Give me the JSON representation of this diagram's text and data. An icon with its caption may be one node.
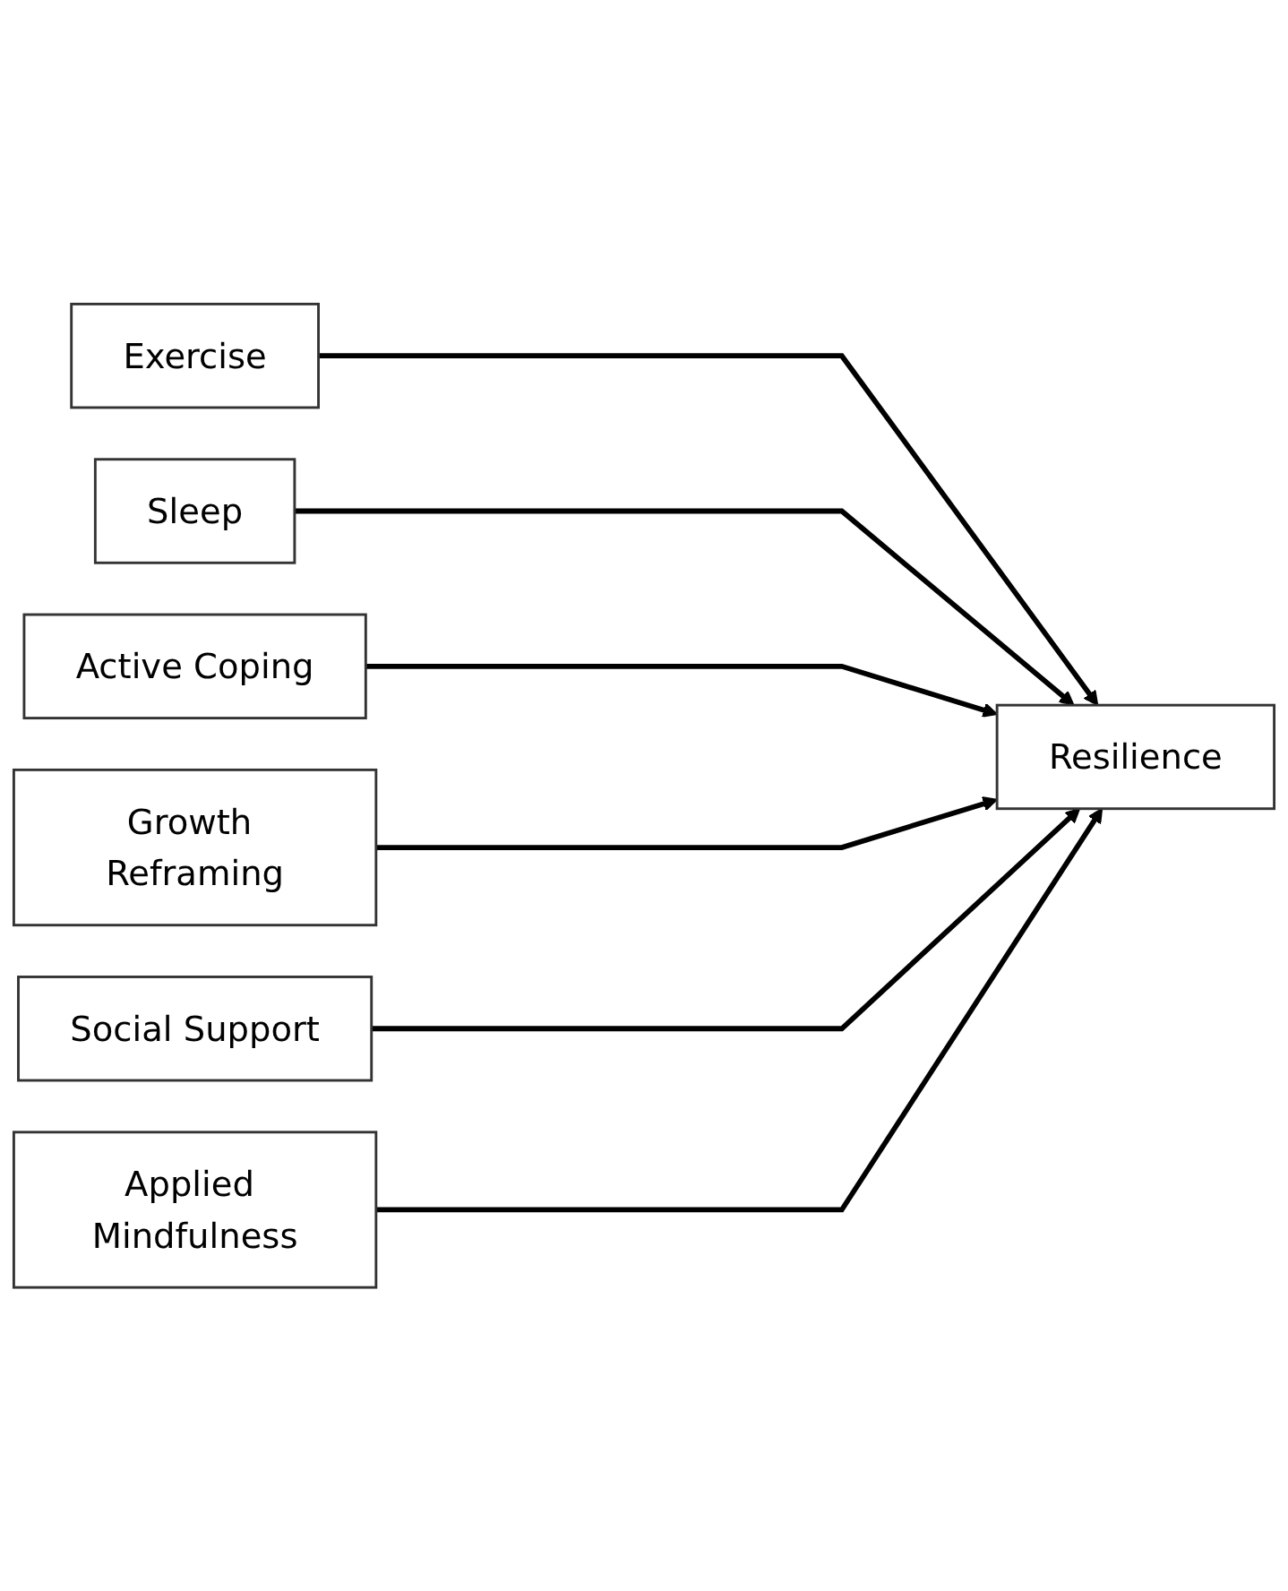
{
  "diagram": {
    "nodes": [
      {
        "text": [
          "Exercise"
        ]
      },
      {
        "text": [
          "Sleep"
        ]
      },
      {
        "text": [
          "Active Coping"
        ]
      },
      {
        "text": [
          "Growth Reframing"
        ]
      },
      {
        "text": [
          "Social Support"
        ]
      },
      {
        "text": [
          "Applied Mindfulness"
        ]
      },
      {
        "text": [
          "Resilience"
        ]
      }
    ],
    "edges": [
      {
        "from": 0,
        "to": 6,
        "arrow": "to"
      },
      {
        "from": 1,
        "to": 6,
        "arrow": "to"
      },
      {
        "from": 2,
        "to": 6,
        "arrow": "to"
      },
      {
        "from": 3,
        "to": 6,
        "arrow": "to"
      },
      {
        "from": 4,
        "to": 6,
        "arrow": "to"
      },
      {
        "from": 5,
        "to": 6,
        "arrow": "to"
      }
    ]
  }
}
